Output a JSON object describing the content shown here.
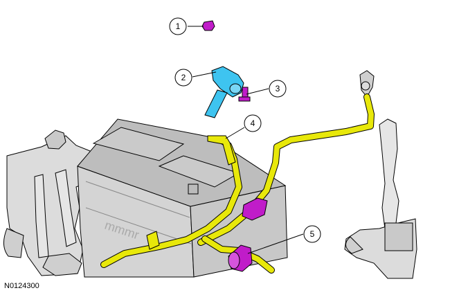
{
  "figure": {
    "id_label": "N0124300",
    "callouts": [
      {
        "number": "1",
        "part": "nut"
      },
      {
        "number": "2",
        "part": "negative-battery-terminal-sensor"
      },
      {
        "number": "3",
        "part": "bolt"
      },
      {
        "number": "4",
        "part": "positive-battery-cable"
      },
      {
        "number": "5",
        "part": "cable-connector"
      }
    ],
    "colors": {
      "line": "#000000",
      "battery_body": "#d4d4d4",
      "battery_top": "#bdbdbd",
      "cable": "#e8e80a",
      "cable_shadow": "#a7a400",
      "sensor": "#3ec4f0",
      "fastener": "#c01cc9",
      "surroundings": "#dcdcdc"
    }
  }
}
